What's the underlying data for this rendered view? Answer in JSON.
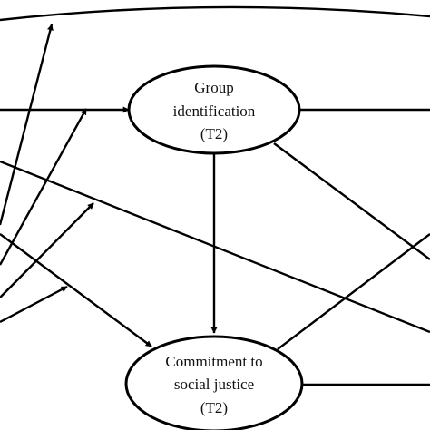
{
  "diagram": {
    "nodes": [
      {
        "id": "group-identification-t2",
        "lines": [
          "Group",
          "identification",
          "(T2)"
        ]
      },
      {
        "id": "commitment-to-social-justice-t2",
        "lines": [
          "Commitment to",
          "social justice",
          "(T2)"
        ]
      }
    ],
    "colors": {
      "stroke": "#000000",
      "text": "#111111",
      "background": "#ffffff"
    }
  }
}
